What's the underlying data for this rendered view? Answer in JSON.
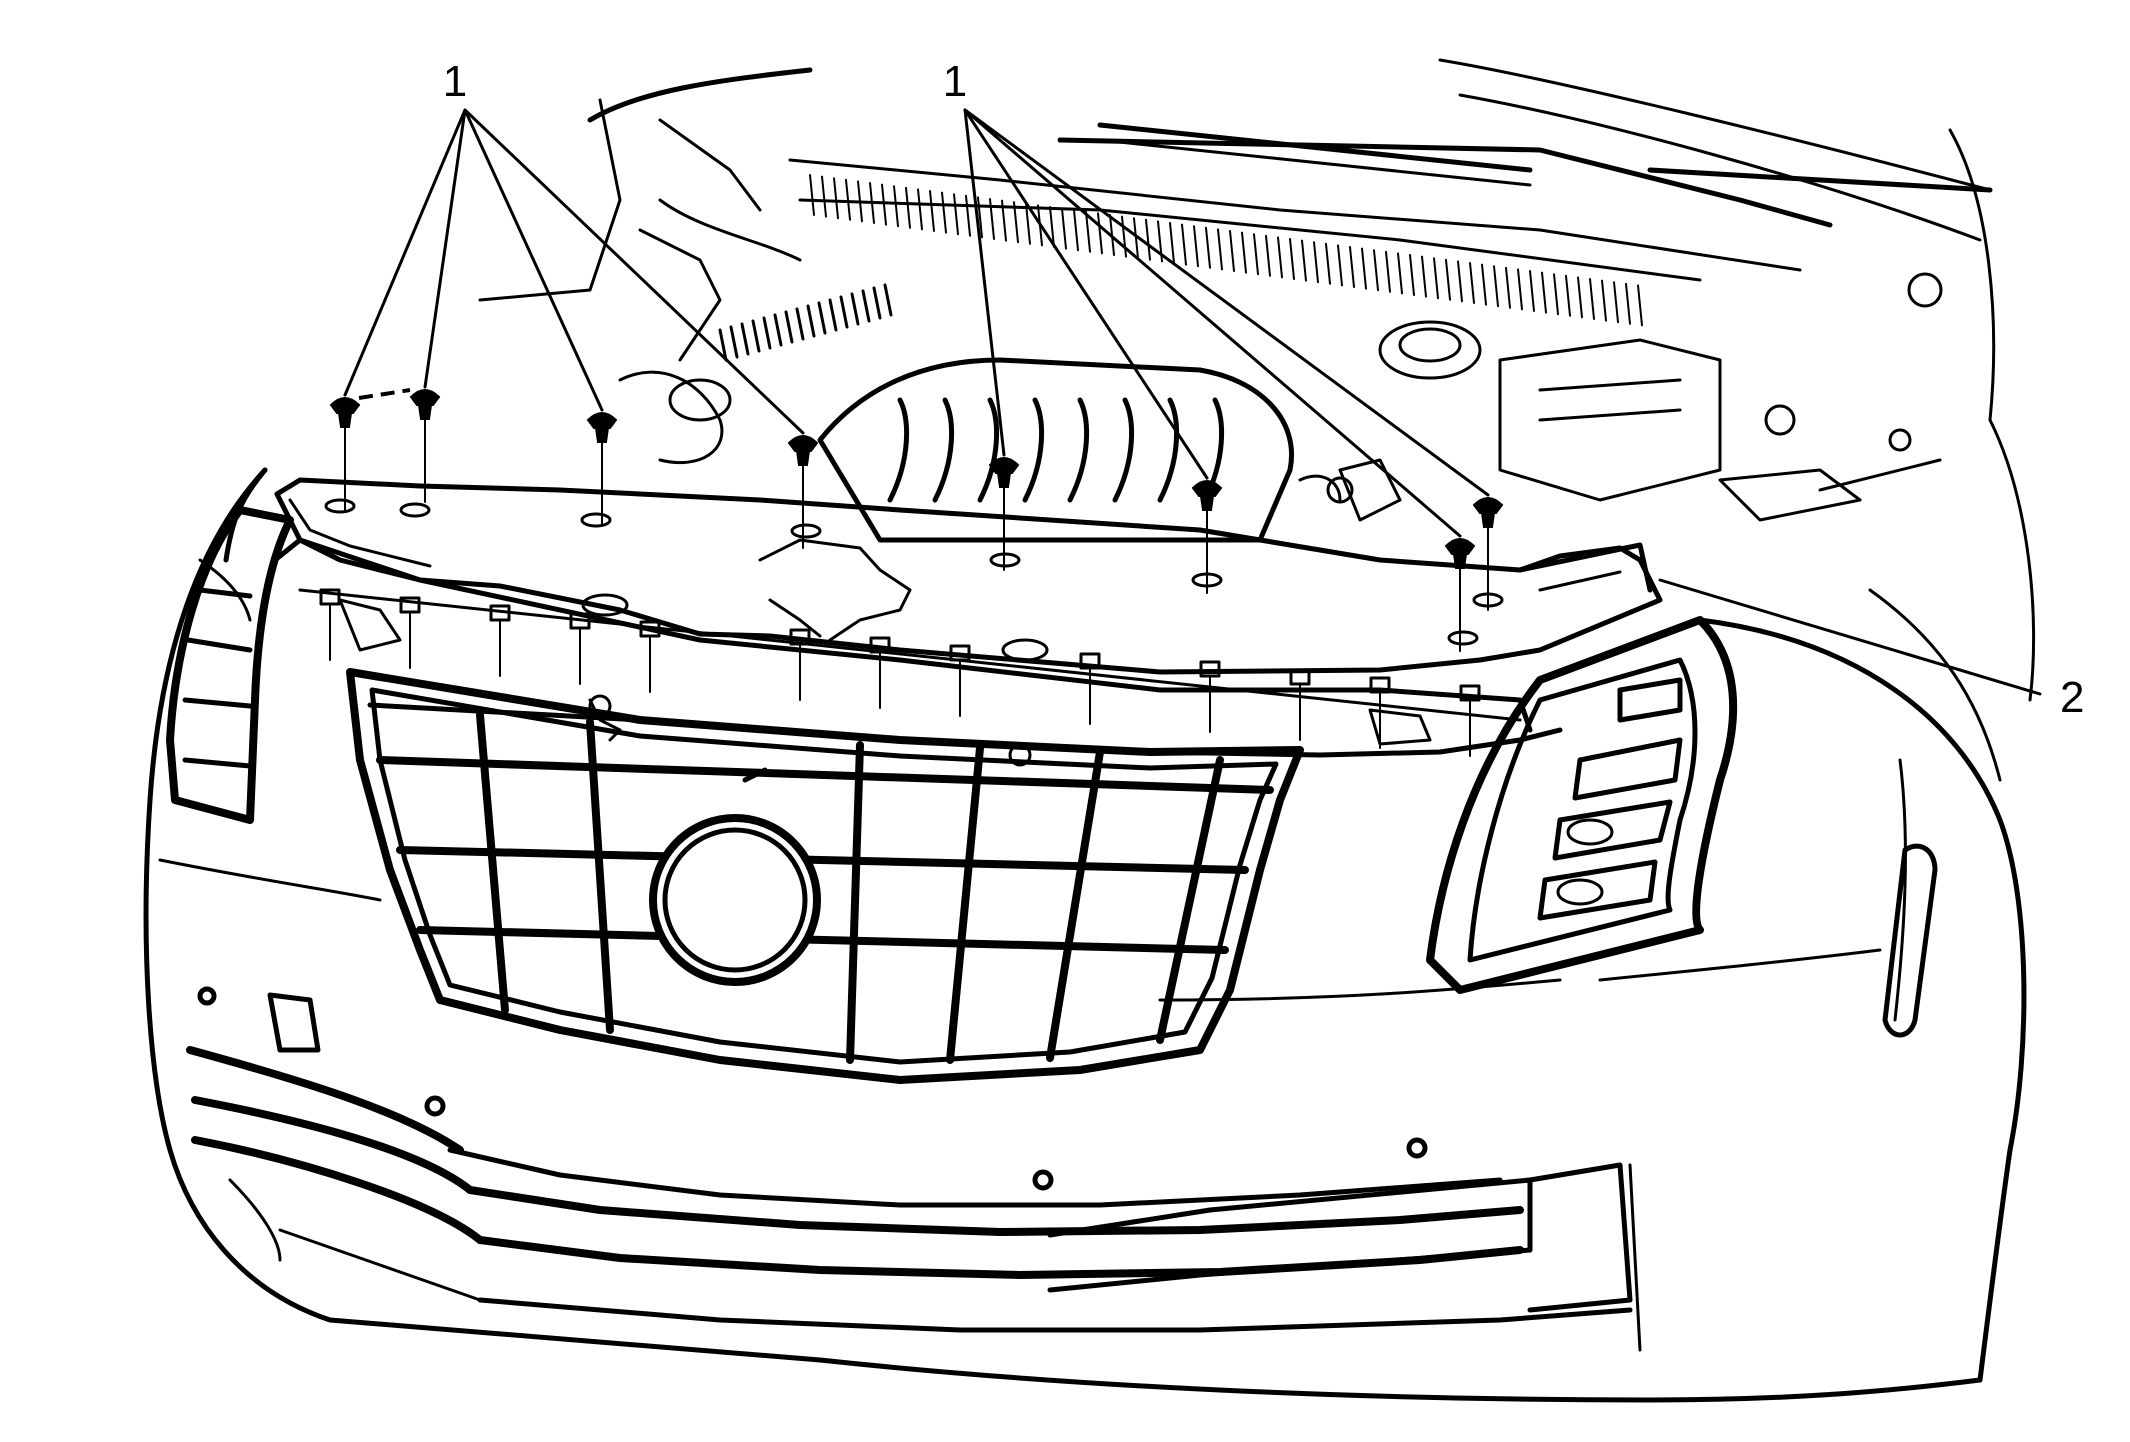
{
  "diagram": {
    "callouts": [
      {
        "id": "1",
        "label": "1"
      },
      {
        "id": "1b",
        "label": "1"
      },
      {
        "id": "2",
        "label": "2"
      }
    ]
  },
  "colors": {
    "line": "#000000",
    "background": "#ffffff"
  }
}
